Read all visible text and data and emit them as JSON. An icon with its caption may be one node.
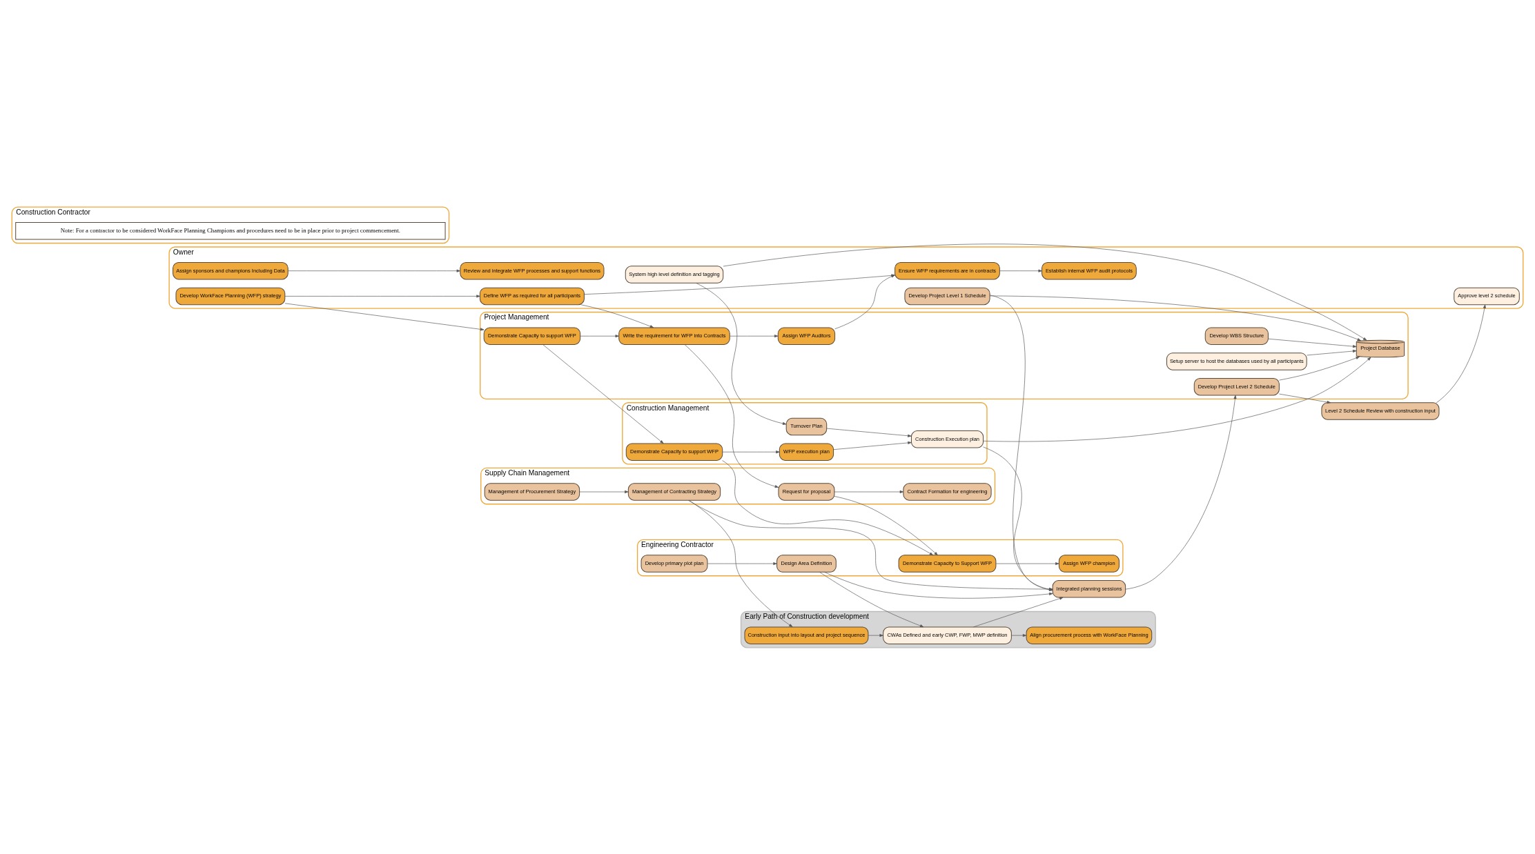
{
  "diagram": {
    "nodes": [
      {
        "text": [
          "Owner"
        ]
      },
      {
        "text": [
          "Project Management"
        ]
      },
      {
        "text": [
          "Construction Management"
        ]
      },
      {
        "text": [
          "Engineering Contractor"
        ]
      },
      {
        "text": [
          "Supply Chain Management"
        ]
      },
      {
        "text": [
          "Construction Contractor"
        ]
      },
      {
        "text": [
          "Assign sponsors and champions Including Data"
        ],
        "in": 0
      },
      {
        "text": [
          "Review and integrate WFP processes and support functions"
        ],
        "in": 0
      },
      {
        "text": [
          "Develop WorkFace Planning (WFP) strategy"
        ],
        "in": 0
      },
      {
        "text": [
          "Define WFP as required for all participants"
        ],
        "in": 0
      },
      {
        "text": [
          "Ensure WFP requirements are in contracts"
        ],
        "in": 0
      },
      {
        "text": [
          "Establish internal WFP audit protocols"
        ],
        "in": 0
      },
      {
        "text": [
          "System high level definition and tagging"
        ],
        "in": 0
      },
      {
        "text": [
          "Develop Project Level 1 Schedule"
        ],
        "in": 0
      },
      {
        "text": [
          "Approve level 2 schedule"
        ],
        "in": 0
      },
      {
        "text": [
          "Demonstrate Capacity to support WFP"
        ],
        "in": 1
      },
      {
        "text": [
          "Write the requirement for WFP into Contracts"
        ],
        "in": 1
      },
      {
        "text": [
          "Assign WFP Auditors"
        ],
        "in": 1
      },
      {
        "text": [
          "Develop WBS Structure"
        ],
        "in": 1
      },
      {
        "text": [
          "Setup server to host the databases used by all participants"
        ],
        "in": 1
      },
      {
        "text": [
          "Project Database"
        ],
        "in": 1
      },
      {
        "text": [
          "Develop Project Level 2 Schedule"
        ],
        "in": 1
      },
      {
        "text": [
          "Demonstrate Capacity to support WFP"
        ],
        "in": 2
      },
      {
        "text": [
          "WFP execution plan"
        ],
        "in": 2
      },
      {
        "text": [
          "Turnover Plan"
        ],
        "in": 2
      },
      {
        "text": [
          "Construction Execution plan"
        ],
        "in": 2
      },
      {
        "text": [
          "Demonstrate Capacity to Support WFP"
        ],
        "in": 3
      },
      {
        "text": [
          "Assign WFP champion"
        ],
        "in": 3
      },
      {
        "text": [
          "Develop primary plot plan"
        ],
        "in": 3
      },
      {
        "text": [
          "Design Area Definition"
        ],
        "in": 3
      },
      {
        "text": [
          "Request for proposal"
        ],
        "in": 4
      },
      {
        "text": [
          "Contract Formation for engineering"
        ],
        "in": 4
      },
      {
        "text": [
          "Management of Procurement Strategy"
        ],
        "in": 4
      },
      {
        "text": [
          "Management of Contracting Strategy"
        ],
        "in": 4
      },
      {
        "text": [
          "Early Path of Construction development"
        ]
      },
      {
        "text": [
          "Construction input into layout and project sequence"
        ],
        "in": 34
      },
      {
        "text": [
          "CWAs Defined and early CWP, FWP, MWP definition"
        ],
        "in": 34
      },
      {
        "text": [
          "Align procurement process with WorkFace Planning"
        ],
        "in": 34
      },
      {
        "text": [
          "Integrated planning sessions"
        ]
      },
      {
        "text": [
          "Level 2 Schedule Review with construction input"
        ]
      },
      {
        "text": [
          "Note: For a contractor to be considered WorkFace Planning Champions and procedures need to be in place prior to project commencement."
        ],
        "in": 5
      }
    ],
    "edges": [
      {
        "from": 6,
        "to": 7,
        "arrow": "to"
      },
      {
        "from": 8,
        "to": 9,
        "arrow": "to"
      },
      {
        "from": 9,
        "to": 10,
        "arrow": "to"
      },
      {
        "from": 10,
        "to": 11,
        "arrow": "to"
      },
      {
        "from": 8,
        "to": 15,
        "arrow": "to"
      },
      {
        "from": 9,
        "to": 16,
        "arrow": "to"
      },
      {
        "from": 15,
        "to": 16,
        "arrow": "to"
      },
      {
        "from": 16,
        "to": 17,
        "arrow": "to"
      },
      {
        "from": 17,
        "to": 10,
        "arrow": "to"
      },
      {
        "from": 16,
        "to": 30,
        "arrow": "to"
      },
      {
        "from": 15,
        "to": 22,
        "arrow": "to"
      },
      {
        "from": 22,
        "to": 26,
        "arrow": "to"
      },
      {
        "from": 30,
        "to": 26,
        "arrow": "to"
      },
      {
        "from": 22,
        "to": 23,
        "arrow": "to"
      },
      {
        "from": 23,
        "to": 25,
        "arrow": "to"
      },
      {
        "from": 24,
        "to": 25,
        "arrow": "to"
      },
      {
        "from": 12,
        "to": 24,
        "arrow": "to"
      },
      {
        "from": 12,
        "to": 20,
        "arrow": "to"
      },
      {
        "from": 18,
        "to": 20,
        "arrow": "to"
      },
      {
        "from": 19,
        "to": 20,
        "arrow": "to"
      },
      {
        "from": 13,
        "to": 20,
        "arrow": "to"
      },
      {
        "from": 21,
        "to": 20,
        "arrow": "to"
      },
      {
        "from": 13,
        "to": 38,
        "arrow": "to"
      },
      {
        "from": 38,
        "to": 21,
        "arrow": "to"
      },
      {
        "from": 21,
        "to": 39,
        "arrow": "to"
      },
      {
        "from": 39,
        "to": 14,
        "arrow": "to"
      },
      {
        "from": 25,
        "to": 38,
        "arrow": "to"
      },
      {
        "from": 25,
        "to": 20,
        "arrow": "to"
      },
      {
        "from": 26,
        "to": 27,
        "arrow": "to"
      },
      {
        "from": 28,
        "to": 29,
        "arrow": "to"
      },
      {
        "from": 29,
        "to": 36,
        "arrow": "to"
      },
      {
        "from": 29,
        "to": 38,
        "arrow": "to"
      },
      {
        "from": 35,
        "to": 36,
        "arrow": "to"
      },
      {
        "from": 36,
        "to": 38,
        "arrow": "to"
      },
      {
        "from": 36,
        "to": 37,
        "arrow": "to"
      },
      {
        "from": 33,
        "to": 35,
        "arrow": "to"
      },
      {
        "from": 33,
        "to": 38,
        "arrow": "to"
      },
      {
        "from": 30,
        "to": 31,
        "arrow": "to"
      },
      {
        "from": 32,
        "to": 33,
        "arrow": "to"
      }
    ]
  }
}
